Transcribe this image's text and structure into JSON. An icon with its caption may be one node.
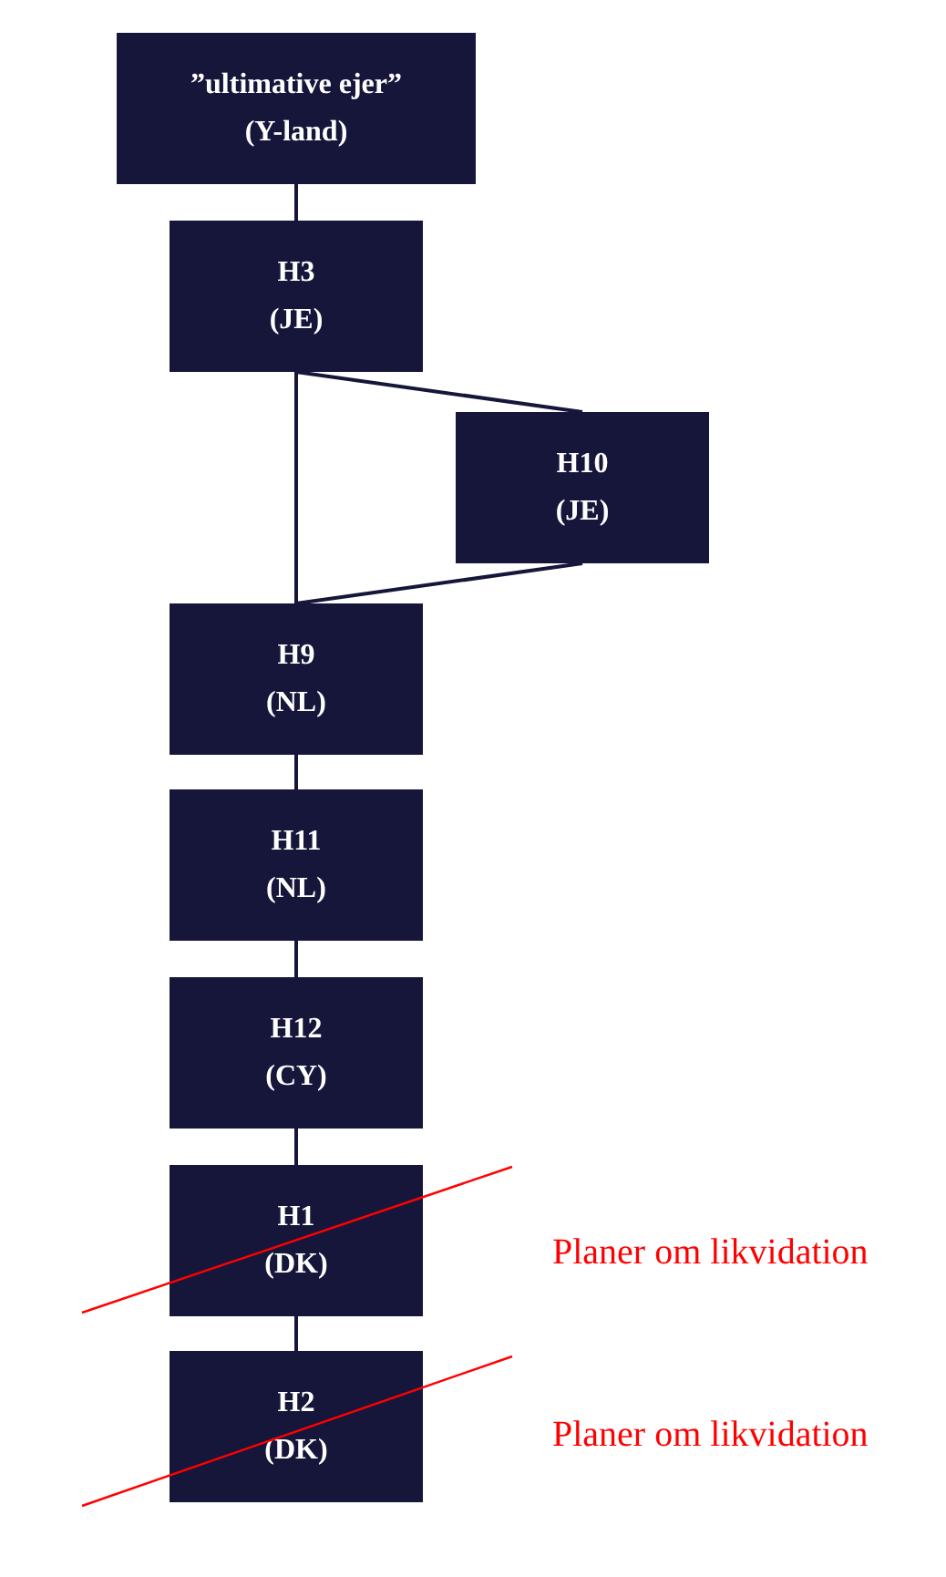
{
  "diagram": {
    "nodes": [
      {
        "text": [
          "”ultimative ejer”",
          "(Y-land)"
        ]
      },
      {
        "text": [
          "H3",
          "(JE)"
        ]
      },
      {
        "text": [
          "H10",
          "(JE)"
        ]
      },
      {
        "text": [
          "H9",
          "(NL)"
        ]
      },
      {
        "text": [
          "H11",
          "(NL)"
        ]
      },
      {
        "text": [
          "H12",
          "(CY)"
        ]
      },
      {
        "text": [
          "H1",
          "(DK)"
        ]
      },
      {
        "text": [
          "H2",
          "(DK)"
        ]
      }
    ],
    "edges": [
      {
        "from": 0,
        "to": 1,
        "arrow": "none"
      },
      {
        "from": 1,
        "to": 3,
        "arrow": "none"
      },
      {
        "from": 1,
        "to": 2,
        "arrow": "none"
      },
      {
        "from": 2,
        "to": 3,
        "arrow": "none"
      },
      {
        "from": 3,
        "to": 4,
        "arrow": "none"
      },
      {
        "from": 4,
        "to": 5,
        "arrow": "none"
      },
      {
        "from": 5,
        "to": 6,
        "arrow": "none"
      },
      {
        "from": 6,
        "to": 7,
        "arrow": "none"
      }
    ],
    "labels": [
      "Planer om likvidation",
      "Planer om likvidation"
    ]
  }
}
